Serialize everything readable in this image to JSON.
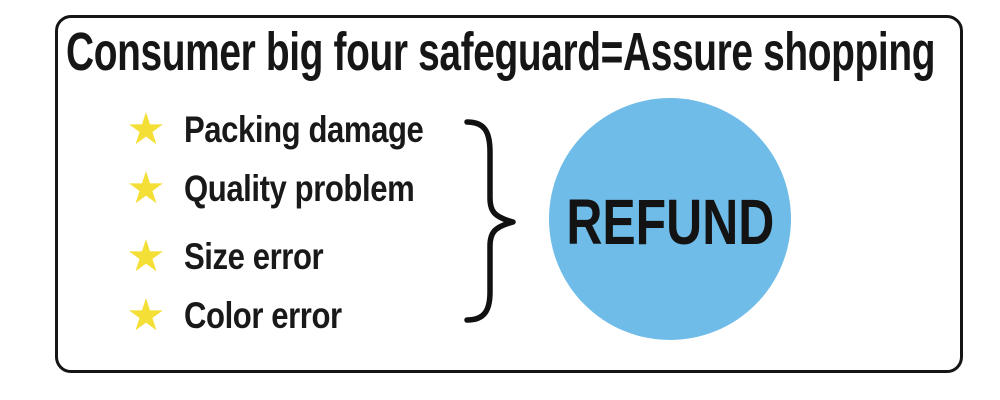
{
  "panel": {
    "title": "Consumer big four safeguard=Assure shopping",
    "guarantees": [
      {
        "label": "Packing damage"
      },
      {
        "label": "Quality problem"
      },
      {
        "label": "Size error"
      },
      {
        "label": "Color error"
      }
    ],
    "refund_label": "REFUND",
    "icons": {
      "star": "★",
      "brace": "svg-right-curly-brace"
    },
    "colors": {
      "star_yellow": "#F4DF37",
      "circle_blue": "#6FBCE8",
      "border_black": "#151515",
      "text_black": "#161616"
    }
  }
}
